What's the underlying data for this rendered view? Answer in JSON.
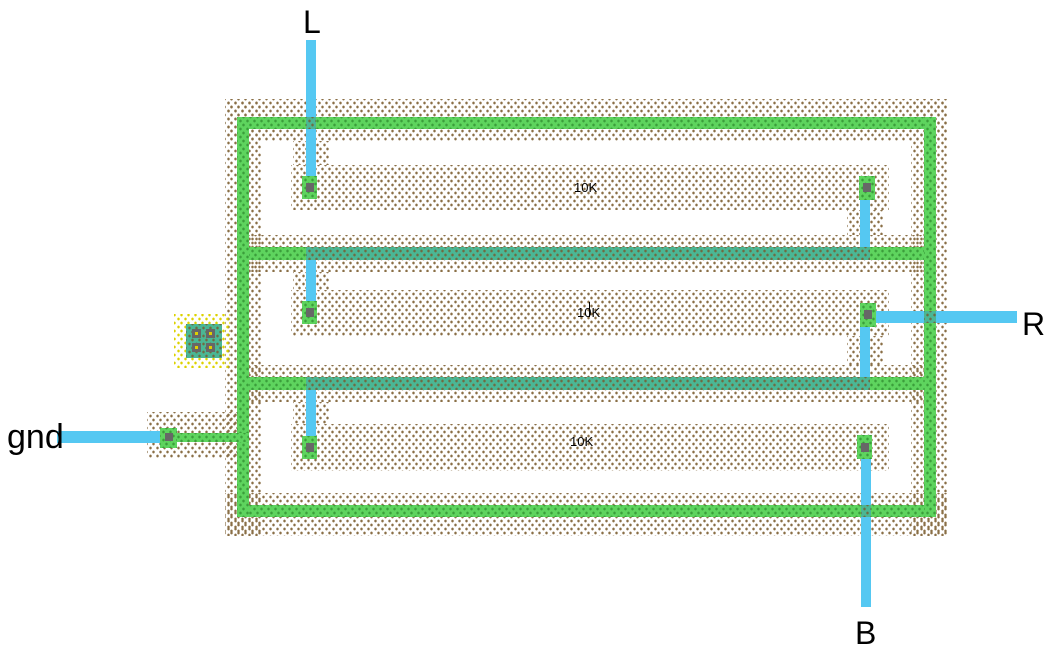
{
  "terminals": {
    "top": "L",
    "right": "R",
    "bottom": "B",
    "ground": "gnd"
  },
  "resistors": [
    {
      "label": "10K"
    },
    {
      "label": "10K"
    },
    {
      "label": "10K"
    }
  ],
  "colors": {
    "poly_green": "#5ed45e",
    "metal_blue": "#55c8f2",
    "overlap_teal": "#4ab795",
    "contact_gray": "#676767",
    "stipple_brown": "#8a6f46",
    "stipple_dark_green": "#3b9e3b",
    "stipple_yellow": "#ddd200",
    "label_black": "#000000",
    "background_white": "#ffffff"
  }
}
